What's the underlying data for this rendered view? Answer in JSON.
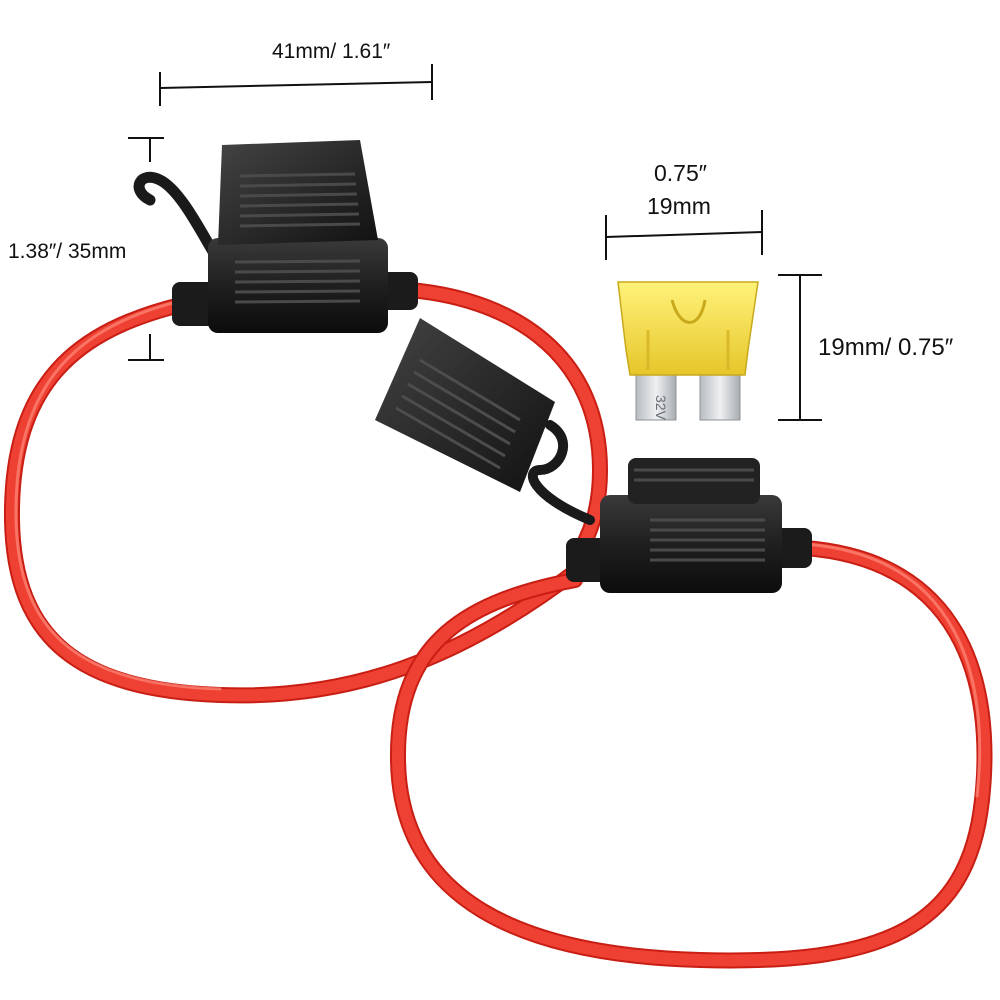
{
  "image": {
    "subject": "inline fuse holder with red wire loops and yellow blade fuse"
  },
  "dimensions": {
    "holder_width": "41mm/ 1.61″",
    "holder_height": "1.38″/ 35mm",
    "fuse_width_in": "0.75″",
    "fuse_width_mm": "19mm",
    "fuse_height": "19mm/ 0.75″"
  },
  "fuse": {
    "rating_marking": "32V"
  },
  "colors": {
    "wire": "#e8352a",
    "wire_highlight": "#ff8a7a",
    "holder": "#1e1e1e",
    "fuse_body": "#f4e04a",
    "fuse_prong": "#cfd3d6"
  }
}
